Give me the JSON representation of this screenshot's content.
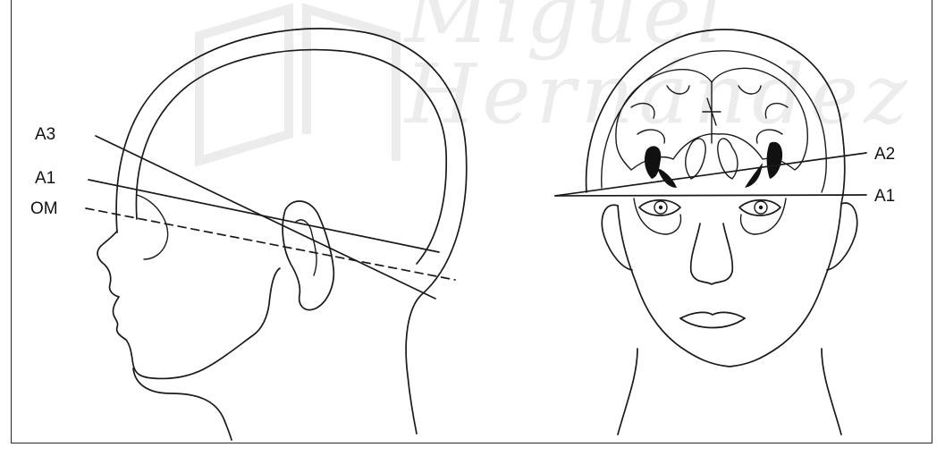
{
  "watermark": {
    "line1": "Miguel",
    "line2": "Hernández"
  },
  "lateral_view": {
    "labels": {
      "a3": "A3",
      "a1": "A1",
      "om": "OM"
    }
  },
  "frontal_view": {
    "labels": {
      "a2": "A2",
      "a1": "A1"
    }
  },
  "colors": {
    "line": "#1a1a1a",
    "watermark": "#ececec",
    "ventricle_fill": "#111111"
  }
}
